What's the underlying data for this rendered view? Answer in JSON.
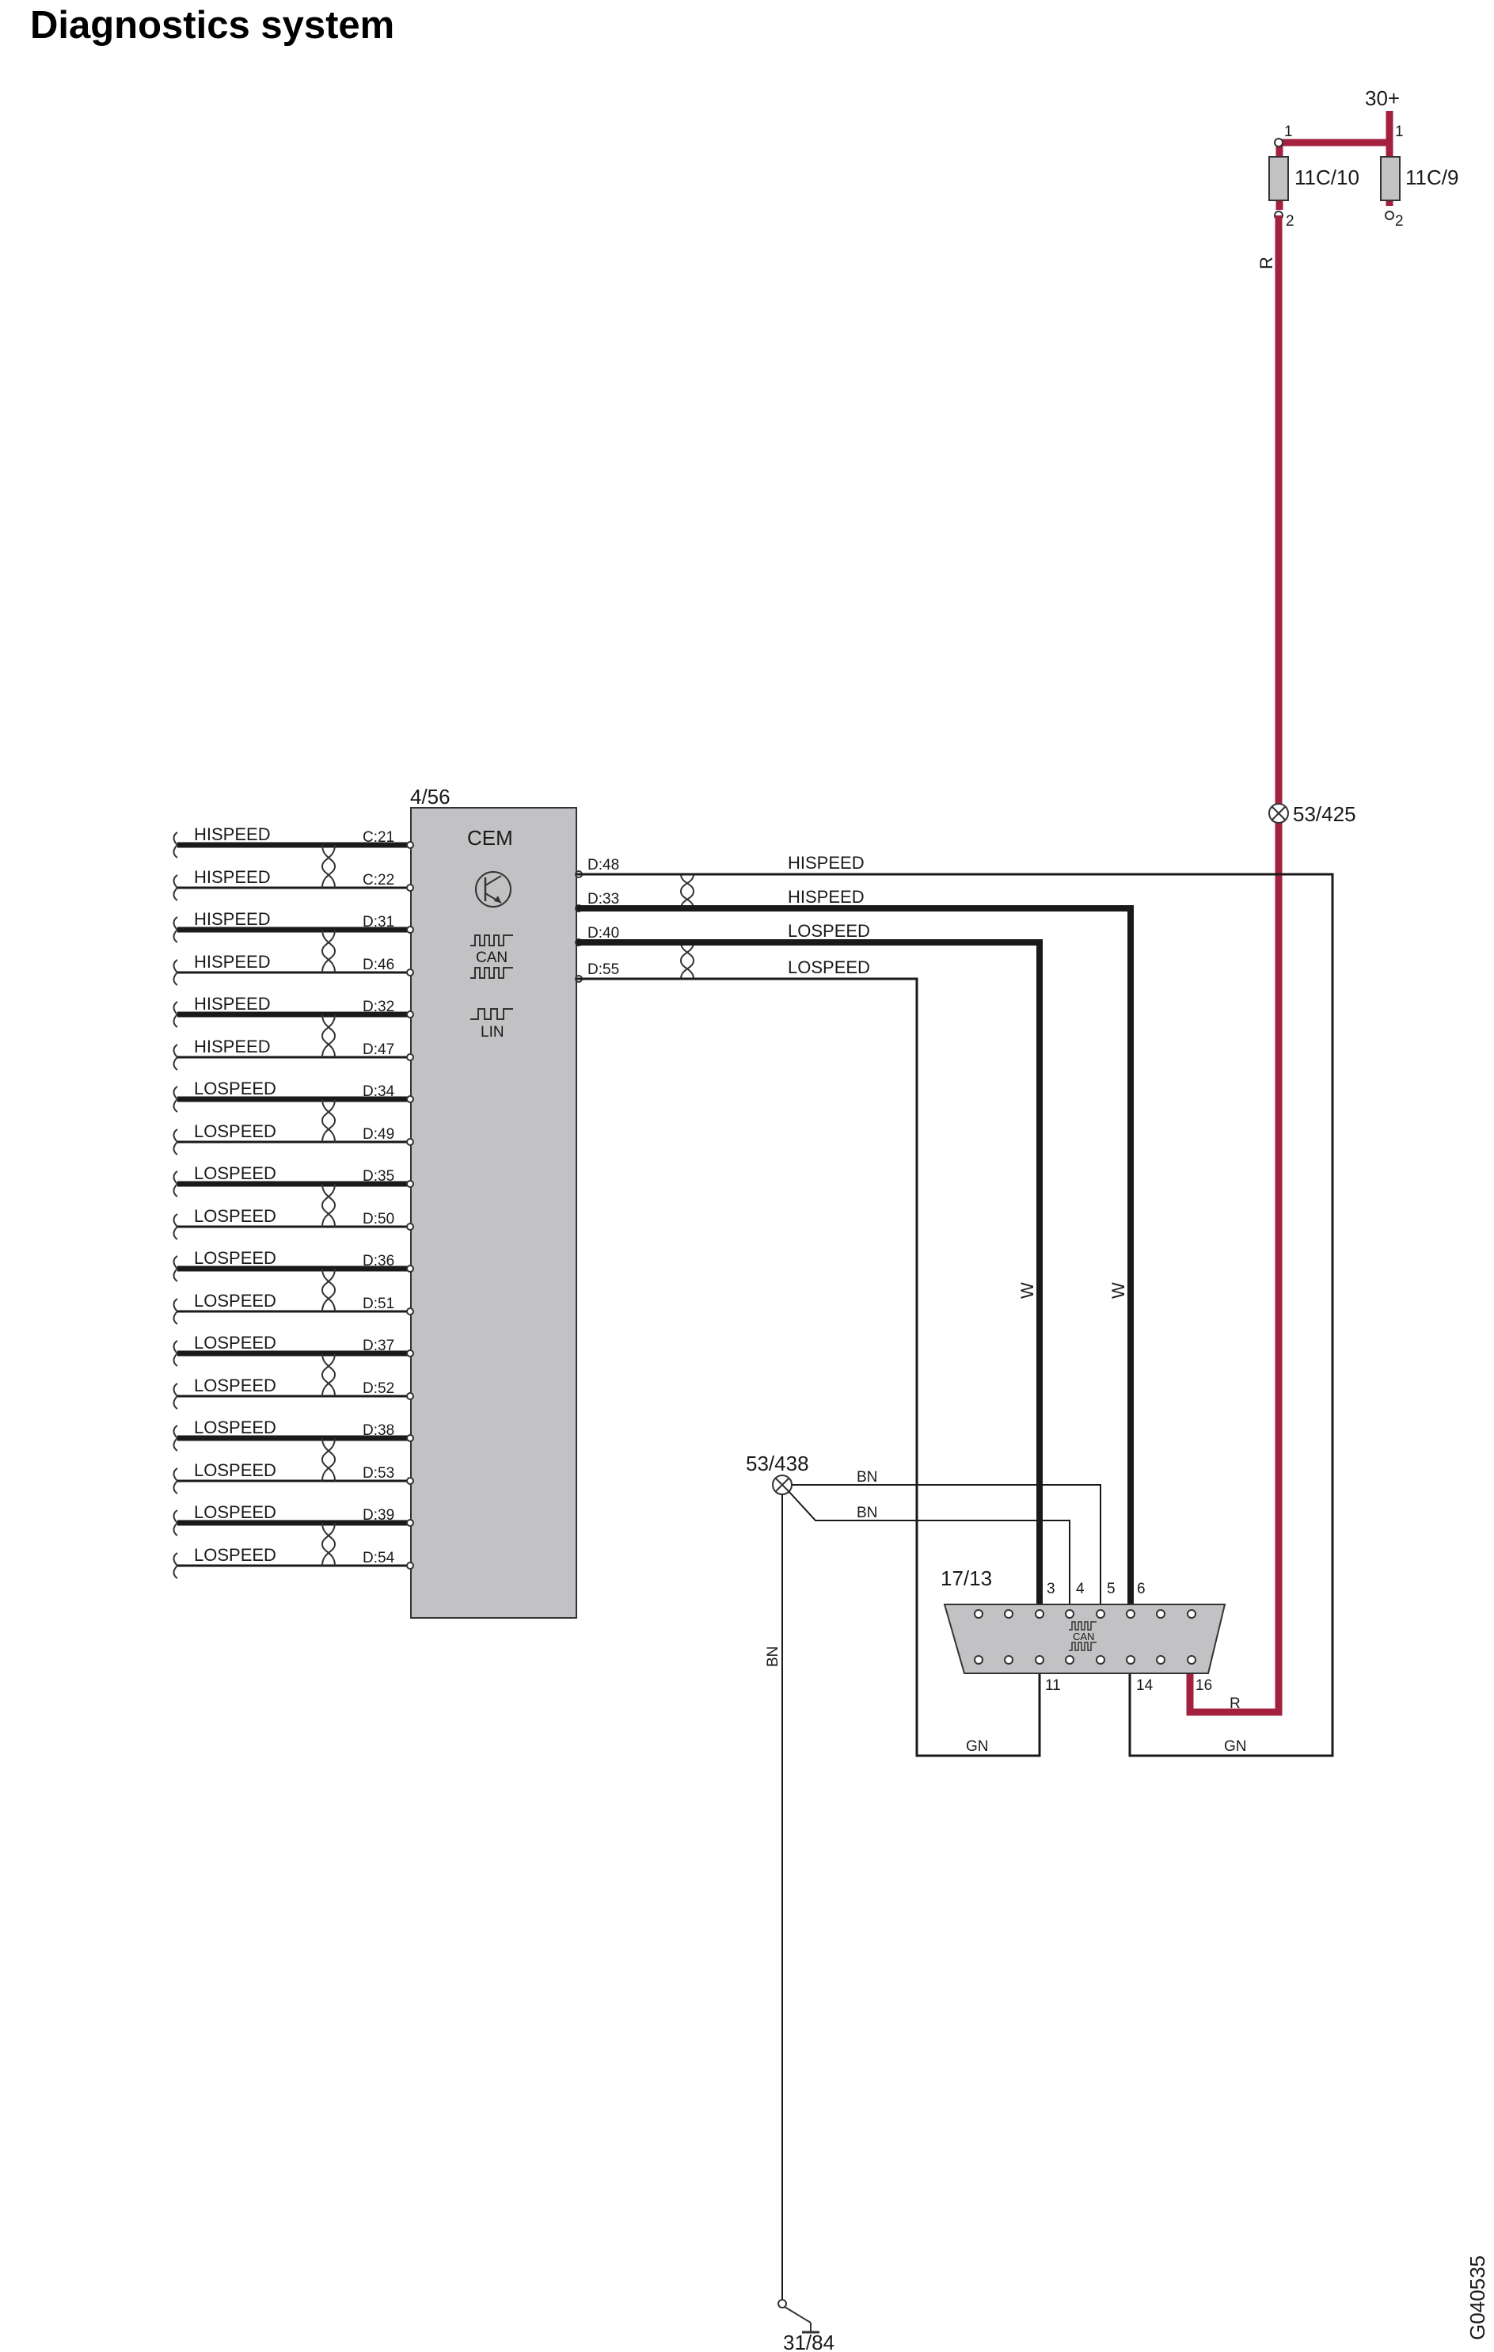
{
  "title": "Diagnostics system",
  "colors": {
    "power_wire": "#a3203f",
    "module_fill": "#c2c2c4",
    "line": "#1a1a1a"
  },
  "power": {
    "supply": "30+",
    "fuses": [
      {
        "id": "11C/10",
        "pin_top": "1",
        "pin_bottom": "2"
      },
      {
        "id": "11C/9",
        "pin_top": "1",
        "pin_bottom": "2"
      }
    ],
    "wire_color": "R",
    "splice": "53/425"
  },
  "cem": {
    "ref": "4/56",
    "name": "CEM",
    "icons": [
      "transistor-icon",
      "can-bus-icon",
      "lin-bus-icon"
    ],
    "can_label": "CAN",
    "lin_label": "LIN",
    "left_connections": [
      {
        "signal": "HISPEED",
        "pin": "C:21"
      },
      {
        "signal": "HISPEED",
        "pin": "C:22"
      },
      {
        "signal": "HISPEED",
        "pin": "D:31"
      },
      {
        "signal": "HISPEED",
        "pin": "D:46"
      },
      {
        "signal": "HISPEED",
        "pin": "D:32"
      },
      {
        "signal": "HISPEED",
        "pin": "D:47"
      },
      {
        "signal": "LOSPEED",
        "pin": "D:34"
      },
      {
        "signal": "LOSPEED",
        "pin": "D:49"
      },
      {
        "signal": "LOSPEED",
        "pin": "D:35"
      },
      {
        "signal": "LOSPEED",
        "pin": "D:50"
      },
      {
        "signal": "LOSPEED",
        "pin": "D:36"
      },
      {
        "signal": "LOSPEED",
        "pin": "D:51"
      },
      {
        "signal": "LOSPEED",
        "pin": "D:37"
      },
      {
        "signal": "LOSPEED",
        "pin": "D:52"
      },
      {
        "signal": "LOSPEED",
        "pin": "D:38"
      },
      {
        "signal": "LOSPEED",
        "pin": "D:53"
      },
      {
        "signal": "LOSPEED",
        "pin": "D:39"
      },
      {
        "signal": "LOSPEED",
        "pin": "D:54"
      }
    ],
    "right_connections": [
      {
        "signal": "HISPEED",
        "pin": "D:48"
      },
      {
        "signal": "HISPEED",
        "pin": "D:33"
      },
      {
        "signal": "LOSPEED",
        "pin": "D:40"
      },
      {
        "signal": "LOSPEED",
        "pin": "D:55"
      }
    ]
  },
  "wire_labels": {
    "w1": "W",
    "w2": "W",
    "gn1": "GN",
    "gn2": "GN",
    "bn1": "BN",
    "bn2": "BN",
    "bn3": "BN",
    "r": "R"
  },
  "ground_splice": "53/438",
  "ground_point": "31/84",
  "dlc": {
    "ref": "17/13",
    "can_label": "CAN",
    "pins_top": [
      "3",
      "4",
      "5",
      "6"
    ],
    "pins_bottom": [
      "11",
      "14",
      "16"
    ]
  },
  "figure_id": "G040535"
}
